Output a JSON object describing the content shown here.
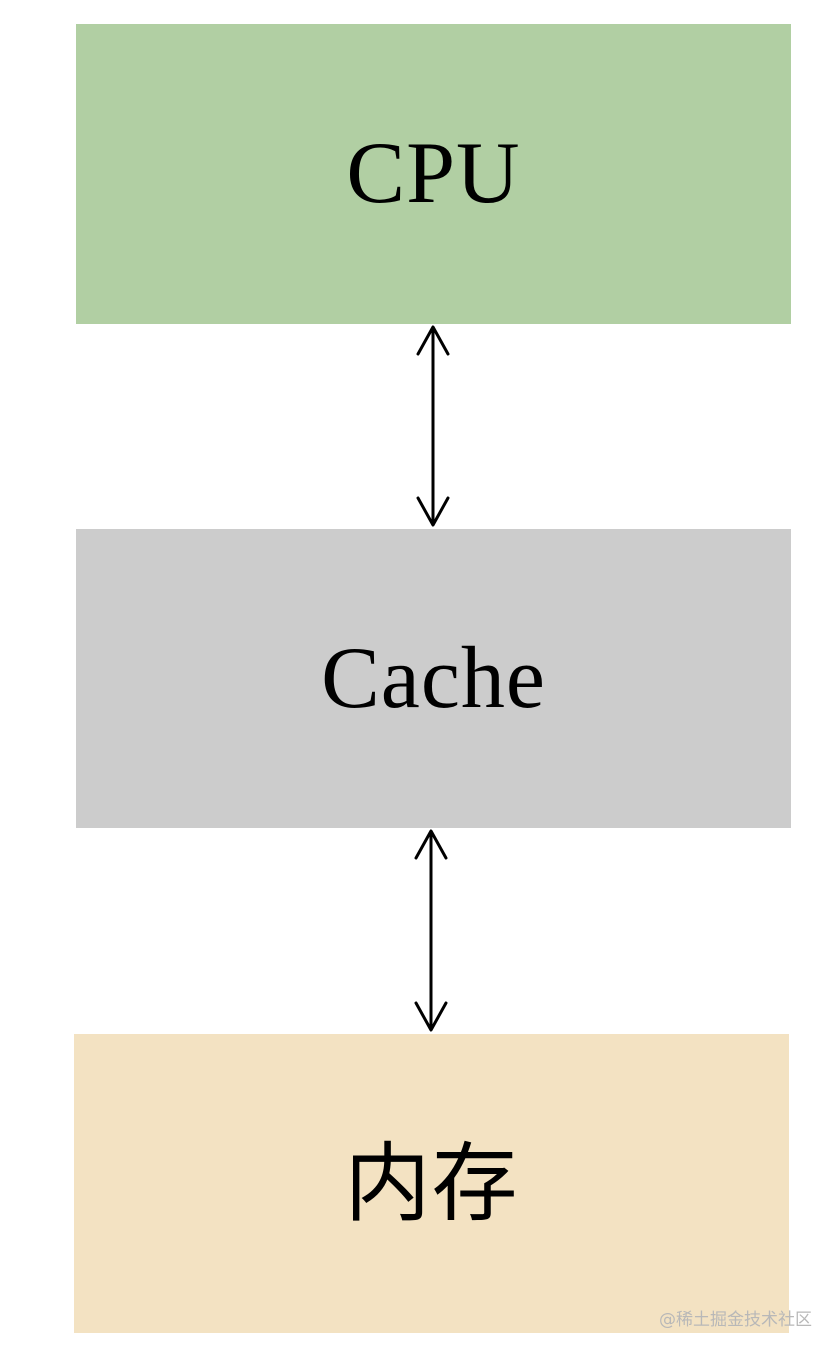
{
  "diagram": {
    "boxes": [
      {
        "id": "cpu",
        "label": "CPU",
        "color": "#b1cfa3"
      },
      {
        "id": "cache",
        "label": "Cache",
        "color": "#cccccc"
      },
      {
        "id": "memory",
        "label": "内存",
        "color": "#f3e2c2"
      }
    ],
    "connections": [
      {
        "from": "cpu",
        "to": "cache",
        "direction": "bidirectional"
      },
      {
        "from": "cache",
        "to": "memory",
        "direction": "bidirectional"
      }
    ],
    "arrow_color": "#000000"
  },
  "watermark": {
    "text": "@稀土掘金技术社区"
  }
}
